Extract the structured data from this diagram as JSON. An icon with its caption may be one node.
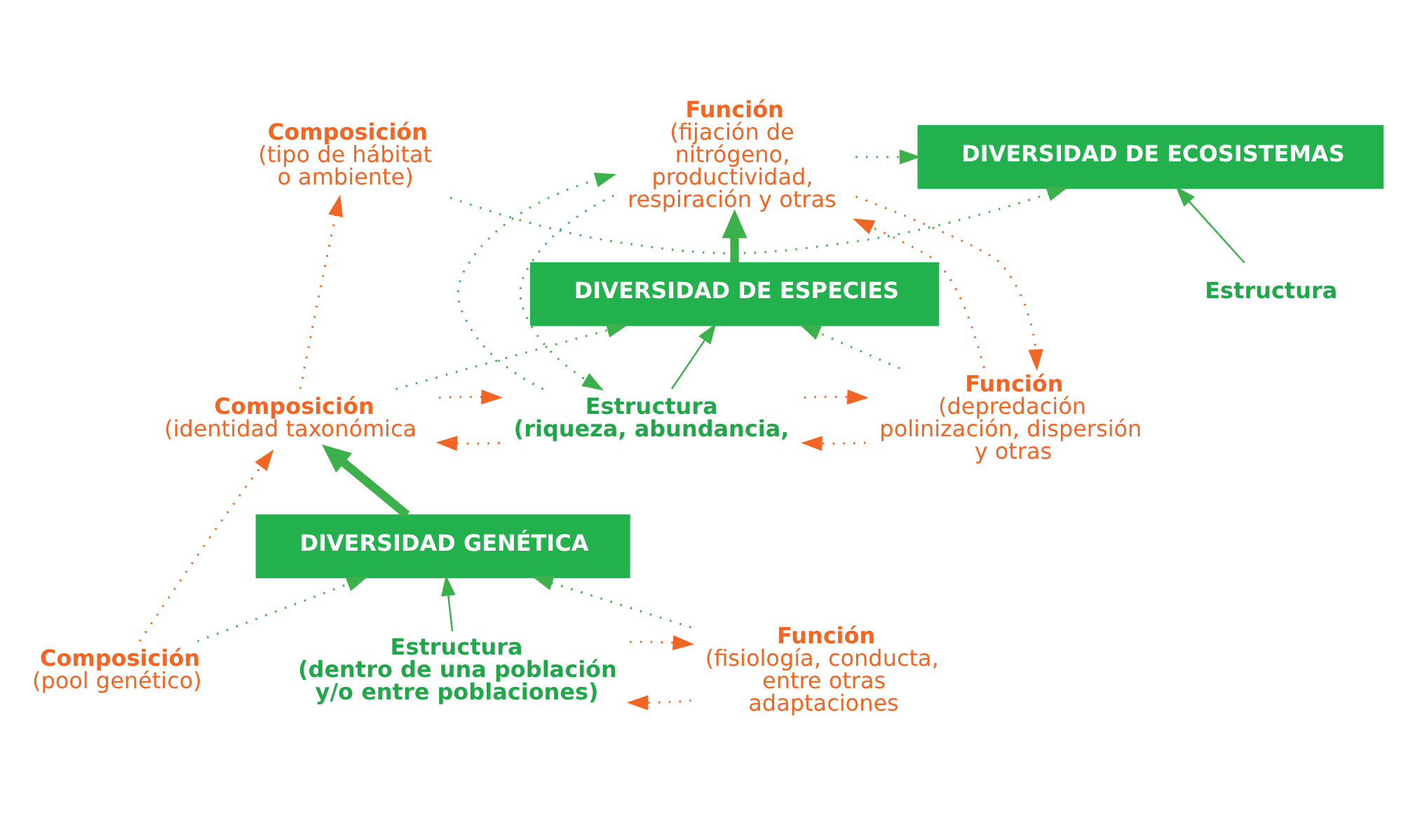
{
  "diagram": {
    "nodes": [
      {
        "text": [
          "DIVERSIDAD DE ECOSISTEMAS"
        ]
      },
      {
        "text": [
          "Composición",
          "(tipo de hábitat o ambiente)"
        ]
      },
      {
        "text": [
          "Función",
          "(fijación de nitrógeno, productividad, respiración y otras"
        ]
      },
      {
        "text": [
          "Estructura"
        ]
      },
      {
        "text": [
          "DIVERSIDAD DE ESPECIES"
        ]
      },
      {
        "text": [
          "Composición",
          "(identidad taxonómica"
        ]
      },
      {
        "text": [
          "Estructura",
          "(riqueza, abundancia,"
        ]
      },
      {
        "text": [
          "Función",
          "(depredación polinización, dispersión y otras"
        ]
      },
      {
        "text": [
          "DIVERSIDAD GENÉTICA"
        ]
      },
      {
        "text": [
          "Composición",
          "(pool genético)"
        ]
      },
      {
        "text": [
          "Estructura",
          "(dentro de una población y/o entre poblaciones)"
        ]
      },
      {
        "text": [
          "Función",
          "(fisiología, conducta, entre otras adaptaciones"
        ]
      }
    ],
    "edges": [
      {
        "from": 1,
        "to": 0,
        "arrow": "to",
        "style": "dashed"
      },
      {
        "from": 2,
        "to": 0,
        "arrow": "to",
        "style": "dashed"
      },
      {
        "from": 3,
        "to": 0,
        "arrow": "to"
      },
      {
        "from": 4,
        "to": 2,
        "arrow": "to",
        "style": "thick"
      },
      {
        "from": 5,
        "to": 1,
        "arrow": "to",
        "style": "dashed",
        "color": "#f26522"
      },
      {
        "from": 5,
        "to": 4,
        "arrow": "to",
        "style": "dashed"
      },
      {
        "from": 6,
        "to": 4,
        "arrow": "to"
      },
      {
        "from": 7,
        "to": 4,
        "arrow": "to",
        "style": "dashed"
      },
      {
        "from": 6,
        "to": 2,
        "arrow": "to",
        "style": "dashed"
      },
      {
        "from": 2,
        "to": 6,
        "arrow": "to",
        "style": "dashed"
      },
      {
        "from": 2,
        "to": 7,
        "arrow": "to",
        "style": "dashed",
        "color": "#f26522"
      },
      {
        "from": 7,
        "to": 2,
        "arrow": "to",
        "style": "dashed",
        "color": "#f26522"
      },
      {
        "from": 5,
        "to": 6,
        "arrow": "to",
        "style": "dashed",
        "color": "#f26522"
      },
      {
        "from": 6,
        "to": 5,
        "arrow": "to",
        "style": "dashed",
        "color": "#f26522"
      },
      {
        "from": 6,
        "to": 7,
        "arrow": "to",
        "style": "dashed",
        "color": "#f26522"
      },
      {
        "from": 7,
        "to": 6,
        "arrow": "to",
        "style": "dashed",
        "color": "#f26522"
      },
      {
        "from": 8,
        "to": 5,
        "arrow": "to",
        "style": "thick"
      },
      {
        "from": 9,
        "to": 5,
        "arrow": "to",
        "style": "dashed",
        "color": "#f26522"
      },
      {
        "from": 9,
        "to": 8,
        "arrow": "to",
        "style": "dashed"
      },
      {
        "from": 10,
        "to": 8,
        "arrow": "to"
      },
      {
        "from": 11,
        "to": 8,
        "arrow": "to",
        "style": "dashed"
      },
      {
        "from": 10,
        "to": 11,
        "arrow": "to",
        "style": "dashed",
        "color": "#f26522"
      },
      {
        "from": 11,
        "to": 10,
        "arrow": "to",
        "style": "dashed",
        "color": "#f26522"
      }
    ]
  }
}
